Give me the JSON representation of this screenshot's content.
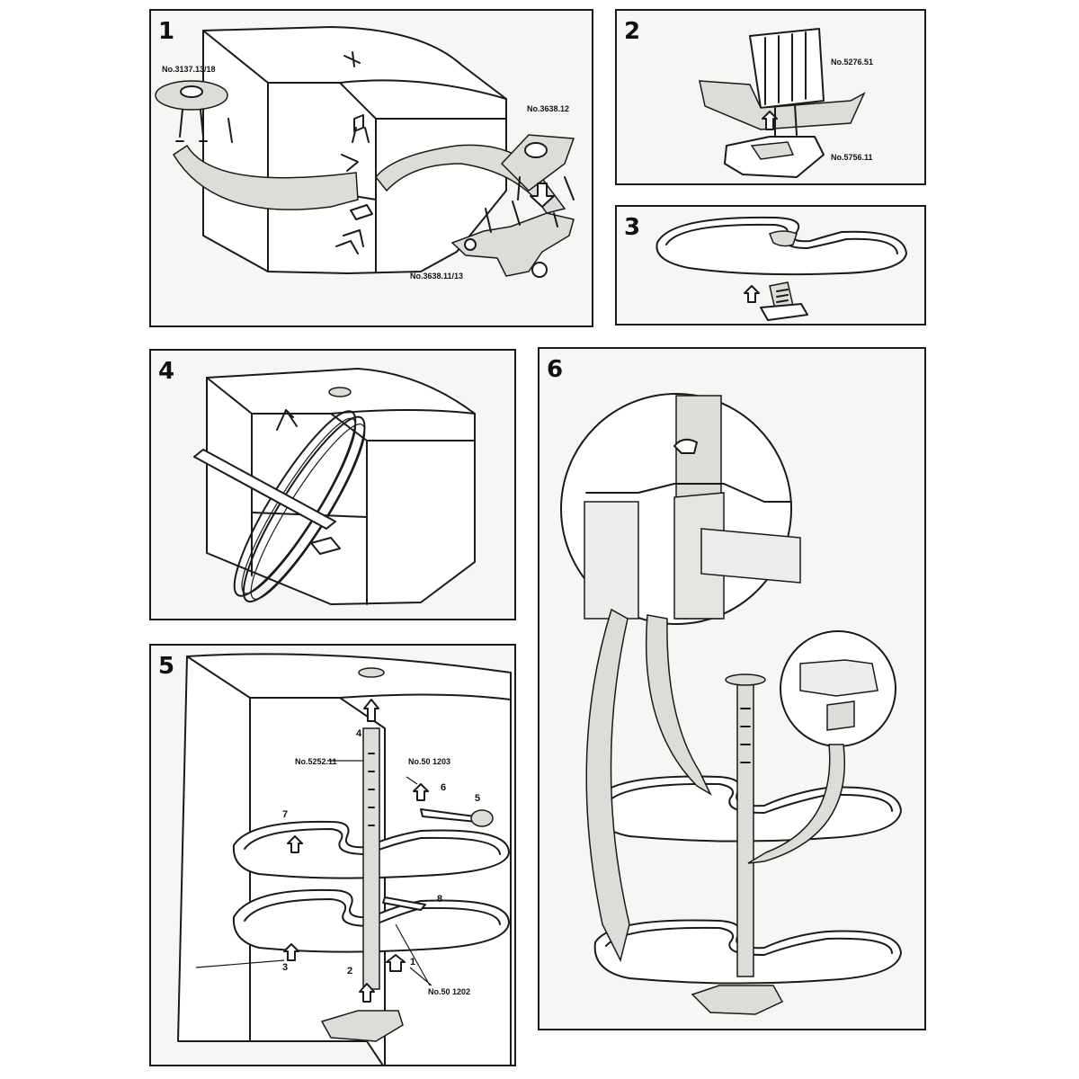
{
  "panels": [
    {
      "step": "1",
      "labels": [
        "No.3137.13/18",
        "No.3638.12",
        "No.3638.11/13"
      ]
    },
    {
      "step": "2",
      "labels": [
        "No.5276.51",
        "No.5756.11"
      ]
    },
    {
      "step": "3",
      "labels": []
    },
    {
      "step": "4",
      "labels": []
    },
    {
      "step": "5",
      "labels": [
        "No.5252.11",
        "No.50 1203",
        "No.50 1202"
      ],
      "callouts": [
        "4",
        "6",
        "5",
        "7",
        "8",
        "3",
        "2",
        "1"
      ]
    },
    {
      "step": "6",
      "labels": []
    }
  ]
}
